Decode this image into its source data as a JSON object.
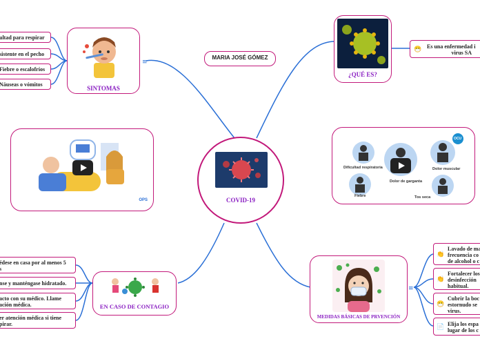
{
  "center": {
    "title": "COVID-19",
    "icon": "virus-image"
  },
  "author": "MARIA JOSÉ GÓMEZ",
  "que_es": {
    "title": "¿QUÉ ES?",
    "leaf_emoji": "😷",
    "leaf_lines": [
      "Es una enfermedad i",
      "virus SA"
    ]
  },
  "sintomas": {
    "title": "SINTOMAS",
    "items": [
      "ultad para respirar",
      "sistente en el pecho",
      "Fiebre o escalofríos",
      "Náuseas o vómitos"
    ]
  },
  "video_left": {
    "brand": "OPS"
  },
  "video_right": {
    "labels": [
      "Dificultad respiratoria",
      "Dolor de garganta",
      "Dolor muscular",
      "Fiebre",
      "Tos seca"
    ],
    "badge": "OCU"
  },
  "contagio": {
    "title": "EN CASO DE CONTAGIO",
    "items": [
      [
        "édese en casa por al menos 5",
        "s"
      ],
      [
        "nse y manténgase hidratado."
      ],
      [
        "acto con su médico. Llame",
        "ación médica."
      ],
      [
        "er atención médica si tiene",
        "pirar."
      ]
    ]
  },
  "medidas": {
    "title": "MEDIDAS BÁSICAS DE PRVENCIÓN",
    "items": [
      {
        "emoji": "👏",
        "lines": [
          "Lavado de ma",
          "frecuencia co",
          "de alcohol o c"
        ]
      },
      {
        "emoji": "👏",
        "lines": [
          "Fortalecer los",
          "desinfección",
          "habitual."
        ]
      },
      {
        "emoji": "😷",
        "lines": [
          "Cubrir la boc",
          "estornudo se",
          "virus."
        ]
      },
      {
        "emoji": "📄",
        "lines": [
          "Elija los espa",
          "lugar de los c"
        ]
      }
    ]
  },
  "colors": {
    "border": "#c2187a",
    "link": "#2a6fd6",
    "label": "#8a1fc2"
  }
}
